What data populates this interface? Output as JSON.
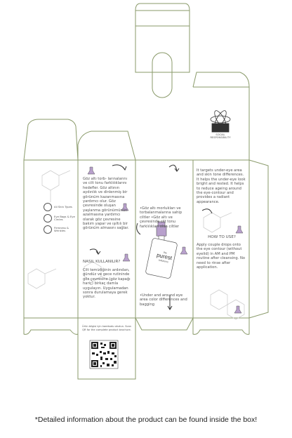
{
  "left_panel": {
    "icons": [
      {
        "label": "All Skin Types",
        "icon": "skin-types-icon"
      },
      {
        "label": "Eye Bags & Eye Circles",
        "icon": "eye-icon"
      },
      {
        "label": "Firmness & Wrinkles",
        "icon": "wrinkle-icon"
      }
    ]
  },
  "tr_panel": {
    "intro": "Göz altı torb- larınalarını ve cilt tonu farklılıklarını hedefler. Göz altının aydınlık ve dinlenmiş bir görünüm kazanmasına yardımcı olur. Göz çevresinde oluşan yaşlanma görünümünün azalmasına yardımcı olarak göz çevresine bakım yapar ve ışıltılı bir görünüm almasını sağlar.",
    "how_title": "NASIL KULLANILIR?",
    "how_text": "Cilt temizliğinin ardından, gündüz ve gece rutininde göz çevresine (göz kapağı hariç) birkaç damla uygulayın. Uygulamadan sonra durulamaya gerek yoktur."
  },
  "center_panel": {
    "bullets_tr": "•Göz altı morlukları ve torbalanmalarına sahip ciltler •Göz altı ve çevresinde cilt tonu farklılıkları olan ciltler",
    "brand_small": "the",
    "brand": "purest",
    "brand_sub": "solutions",
    "bullets_en": "•Under and around eye area color differences and bagging"
  },
  "en_panel": {
    "intro": "It targets under-eye area and skin tone differences. It helps the under-eye look bright and rested. It helps to reduce ageing around the eye-contour and provides a radiant appearance.",
    "how_title": "HOW TO USE?",
    "how_text": "Apply couple drops onto the eye contour (without eyelid) in AM and PM routine after cleansing. No need to rinse after application."
  },
  "top_right": {
    "label": "SOCIAL RESPONSIBILITY"
  },
  "qr": {
    "caption": "Ürün bilgisi için karekodu okutun. Scan QR for the complete product brochure."
  },
  "footer": {
    "note": "*Detailed information about the product can be found inside the box!"
  },
  "colors": {
    "line": "#8a9a6a",
    "accent": "#b8a0cc",
    "text": "#555555"
  }
}
